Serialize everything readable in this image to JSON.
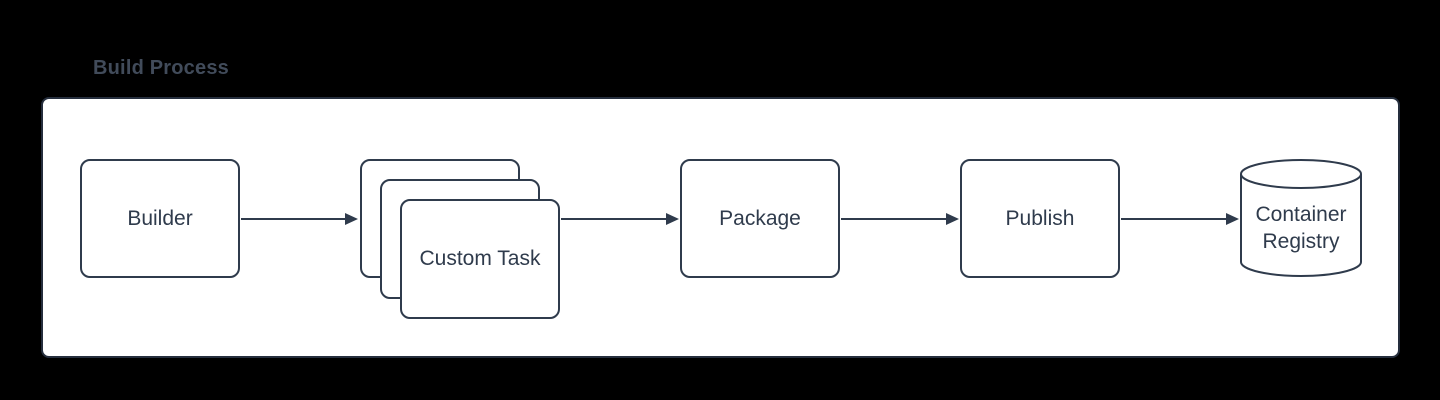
{
  "title": "Build Process",
  "colors": {
    "background": "#000000",
    "panel": "#ffffff",
    "stroke": "#2f3b4c",
    "text": "#2f3b4c",
    "title_text": "#414b5a"
  },
  "diagram": {
    "nodes": [
      {
        "id": "builder",
        "type": "process",
        "label": "Builder"
      },
      {
        "id": "custom-task",
        "type": "stacked-process",
        "label": "Custom Task",
        "stack_count": 3
      },
      {
        "id": "package",
        "type": "process",
        "label": "Package"
      },
      {
        "id": "publish",
        "type": "process",
        "label": "Publish"
      },
      {
        "id": "container-registry",
        "type": "cylinder",
        "label": "Container Registry",
        "label_lines": [
          "Container",
          "Registry"
        ]
      }
    ],
    "edges": [
      {
        "from": "builder",
        "to": "custom-task"
      },
      {
        "from": "custom-task",
        "to": "package"
      },
      {
        "from": "package",
        "to": "publish"
      },
      {
        "from": "publish",
        "to": "container-registry"
      }
    ]
  }
}
